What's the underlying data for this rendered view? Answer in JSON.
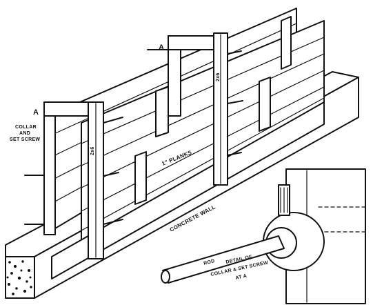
{
  "labels": {
    "a_left": "A",
    "a_top": "A",
    "collar_line1": "COLLAR",
    "collar_line2": "AND",
    "collar_line3": "SET SCREW",
    "upright_left": "2x6",
    "upright_right": "2x6",
    "planks": "1\" PLANKS",
    "concrete_wall": "CONCRETE WALL",
    "rod": "ROD",
    "detail_line1": "DETAIL OF",
    "detail_line2": "COLLAR & SET SCREW",
    "detail_line3": "AT A"
  }
}
